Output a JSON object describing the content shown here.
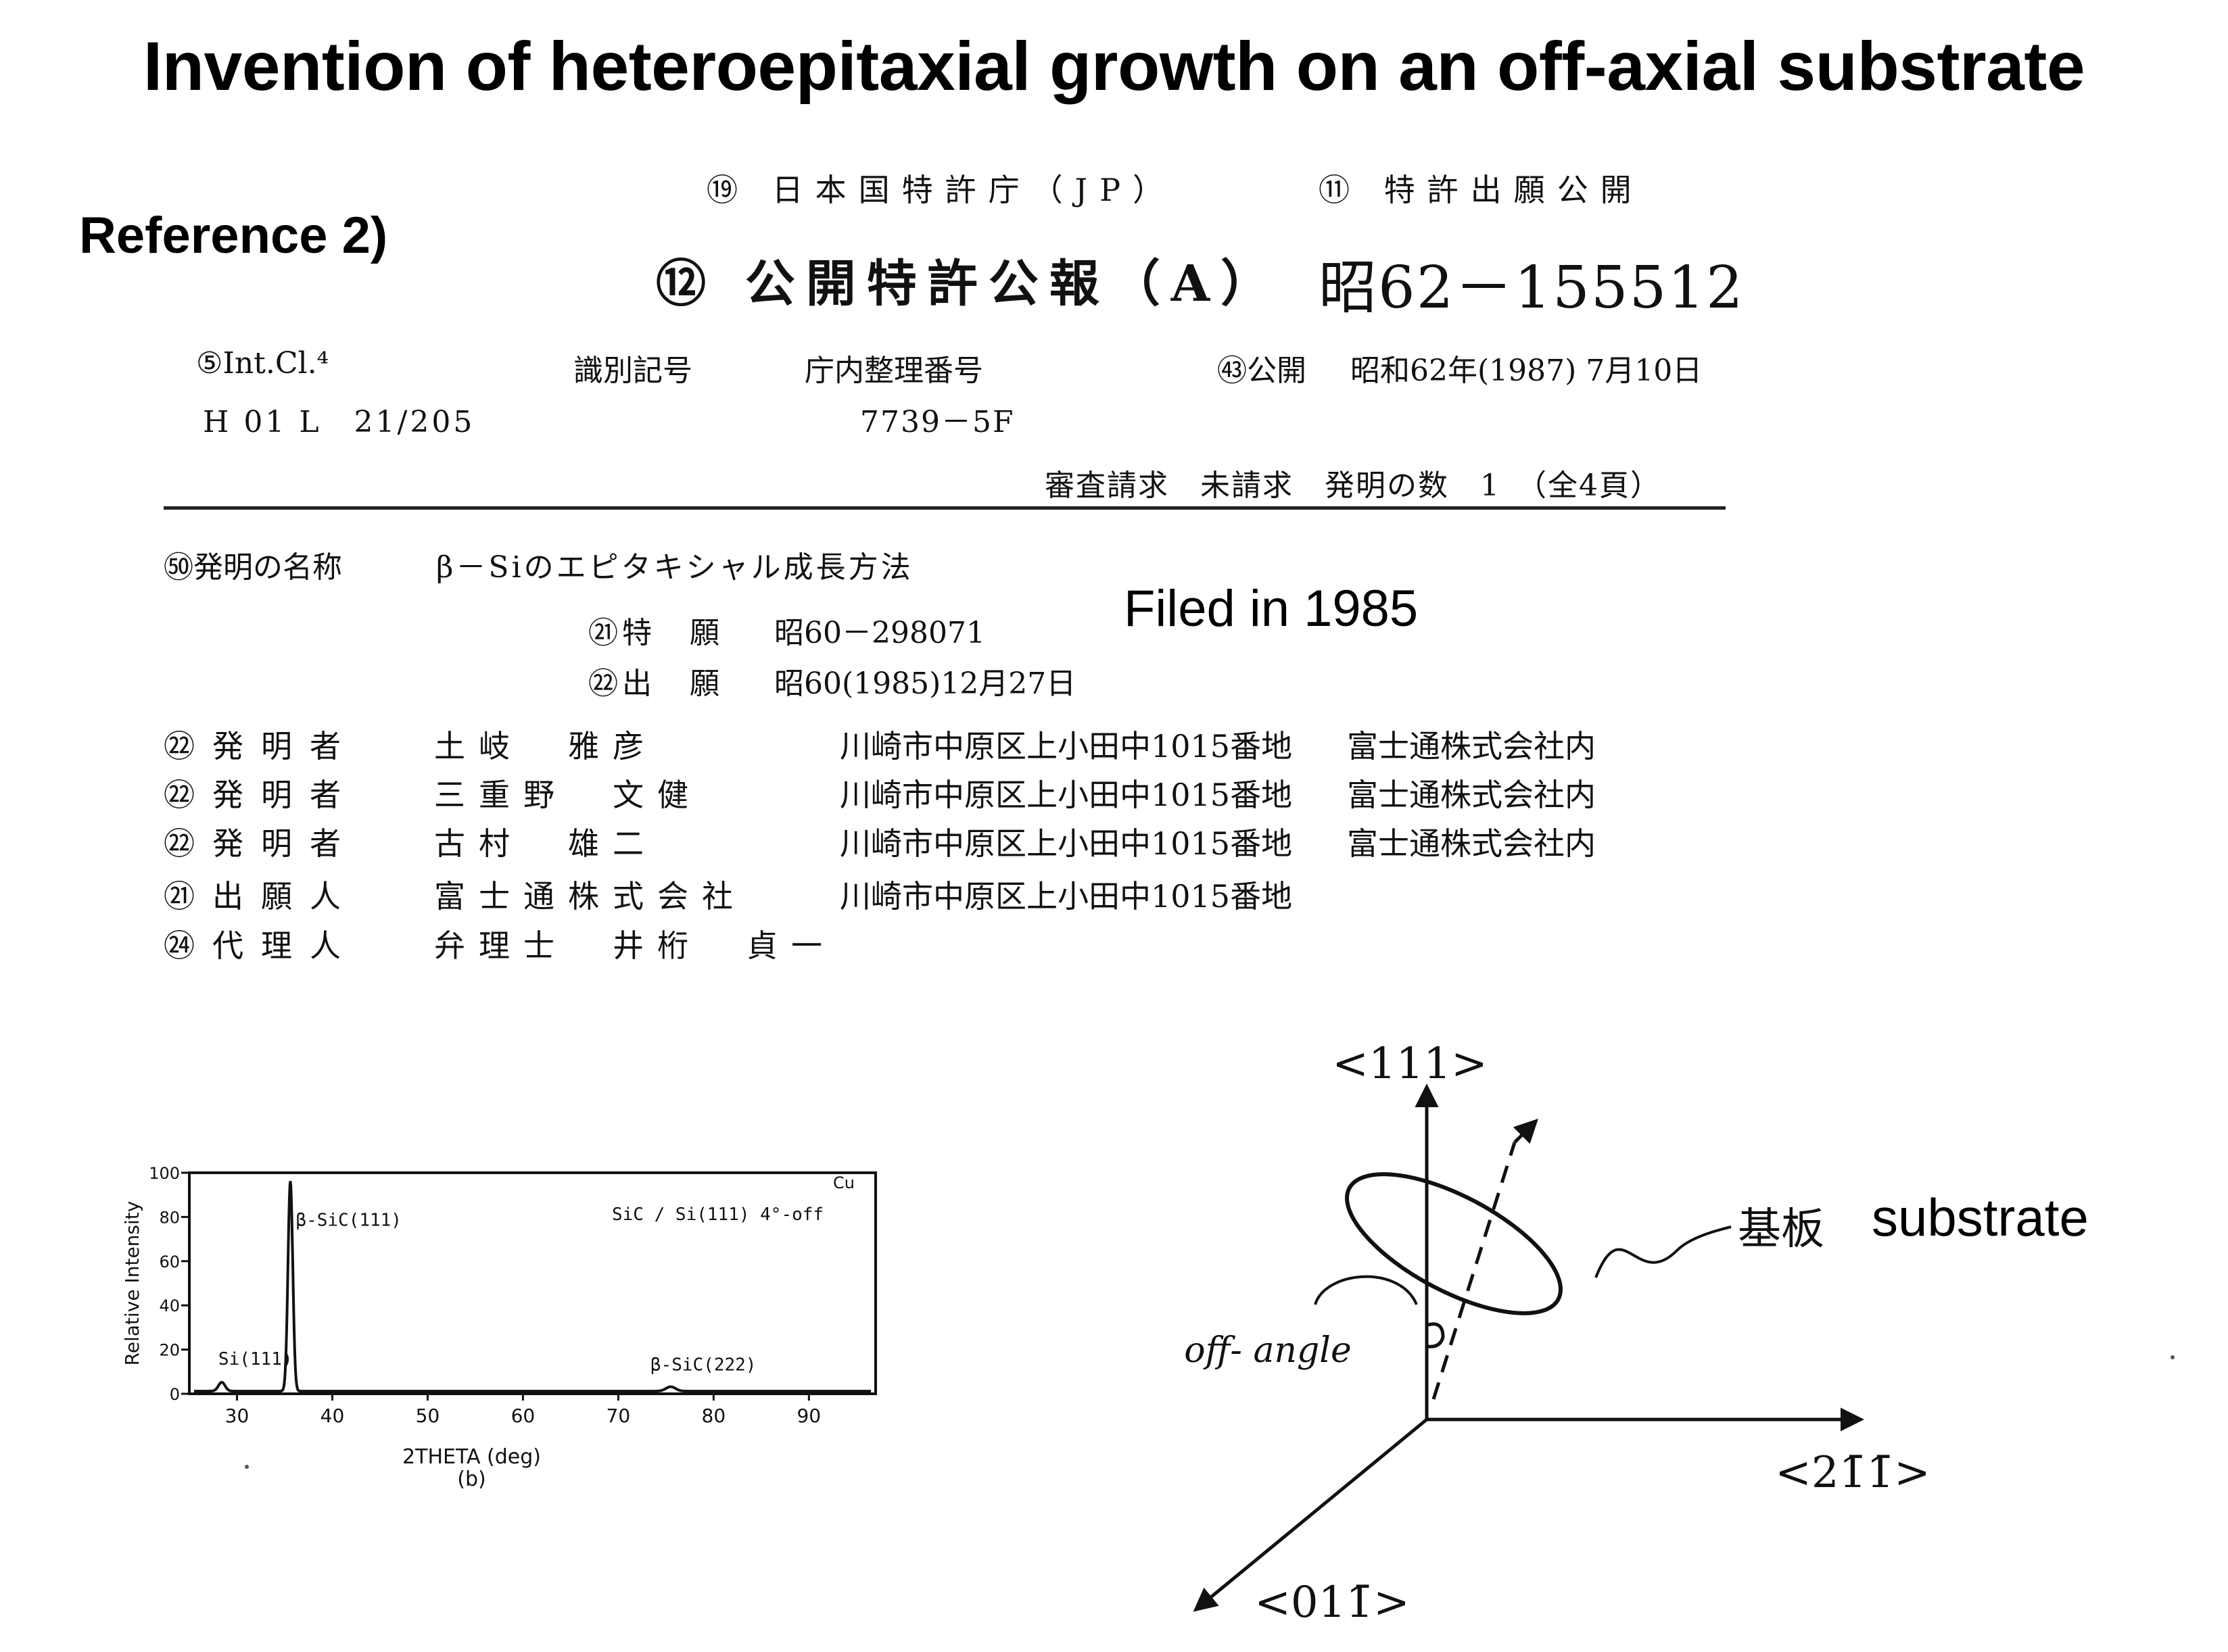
{
  "slide": {
    "title": "Invention of heteroepitaxial growth on an off-axial substrate",
    "reference": "Reference 2)",
    "filed_note": "Filed in 1985",
    "substrate_en": "substrate"
  },
  "patent": {
    "office": "⑲ 日本国特許庁（JP）",
    "pub_kind": "⑪ 特許出願公開",
    "gazette": "⑫ 公開特許公報（A）",
    "pub_number": "昭62－155512",
    "header": {
      "int_cl_label": "⑤Int.Cl.⁴",
      "ident_label": "識別記号",
      "office_no_label": "庁内整理番号",
      "pub_date_label": "㊸公開",
      "pub_date_value": "昭和62年(1987) 7月10日",
      "int_cl_value": "H 01 L　21/205",
      "office_no_value": "7739－5F",
      "exam": "審査請求　未請求　発明の数　1　（全4頁）"
    },
    "invention_label": "㊿発明の名称",
    "invention_title": "β－Siのエピタキシャル成長方法",
    "application_label": "㉑特　願",
    "application_value": "昭60－298071",
    "filing_label": "㉒出　願",
    "filing_value": "昭60(1985)12月27日",
    "parties": [
      {
        "role": "㉒発明者",
        "name": "土岐　雅彦",
        "address": "川崎市中原区上小田中1015番地",
        "org": "富士通株式会社内"
      },
      {
        "role": "㉒発明者",
        "name": "三重野　文健",
        "address": "川崎市中原区上小田中1015番地",
        "org": "富士通株式会社内"
      },
      {
        "role": "㉒発明者",
        "name": "古村　雄二",
        "address": "川崎市中原区上小田中1015番地",
        "org": "富士通株式会社内"
      },
      {
        "role": "㉑出願人",
        "name": "富士通株式会社",
        "address": "川崎市中原区上小田中1015番地",
        "org": ""
      },
      {
        "role": "㉔代理人",
        "name": "弁理士　井桁　貞一",
        "address": "",
        "org": ""
      }
    ]
  },
  "chart_data": {
    "type": "line",
    "xlabel": "2THETA (deg)",
    "ylabel": "Relative Intensity",
    "caption": "(b)",
    "corner_label": "Cu",
    "xlim": [
      25,
      97
    ],
    "ylim": [
      0,
      100
    ],
    "xticks": [
      30,
      40,
      50,
      60,
      70,
      80,
      90
    ],
    "yticks": [
      0,
      20,
      40,
      60,
      80,
      100
    ],
    "sample_label": "SiC / Si(111) 4°-off",
    "peaks": [
      {
        "label": "Si(111)",
        "x": 28.4,
        "y": 4
      },
      {
        "label": "β-SiC(111)",
        "x": 35.6,
        "y": 95
      },
      {
        "label": "β-SiC(222)",
        "x": 75.5,
        "y": 2
      }
    ]
  },
  "diagram": {
    "axis_up": "<111>",
    "axis_right": "<21̄1̄>",
    "axis_front": "<011̄>",
    "off_angle_label": "off- angle",
    "substrate_jp": "基板"
  }
}
